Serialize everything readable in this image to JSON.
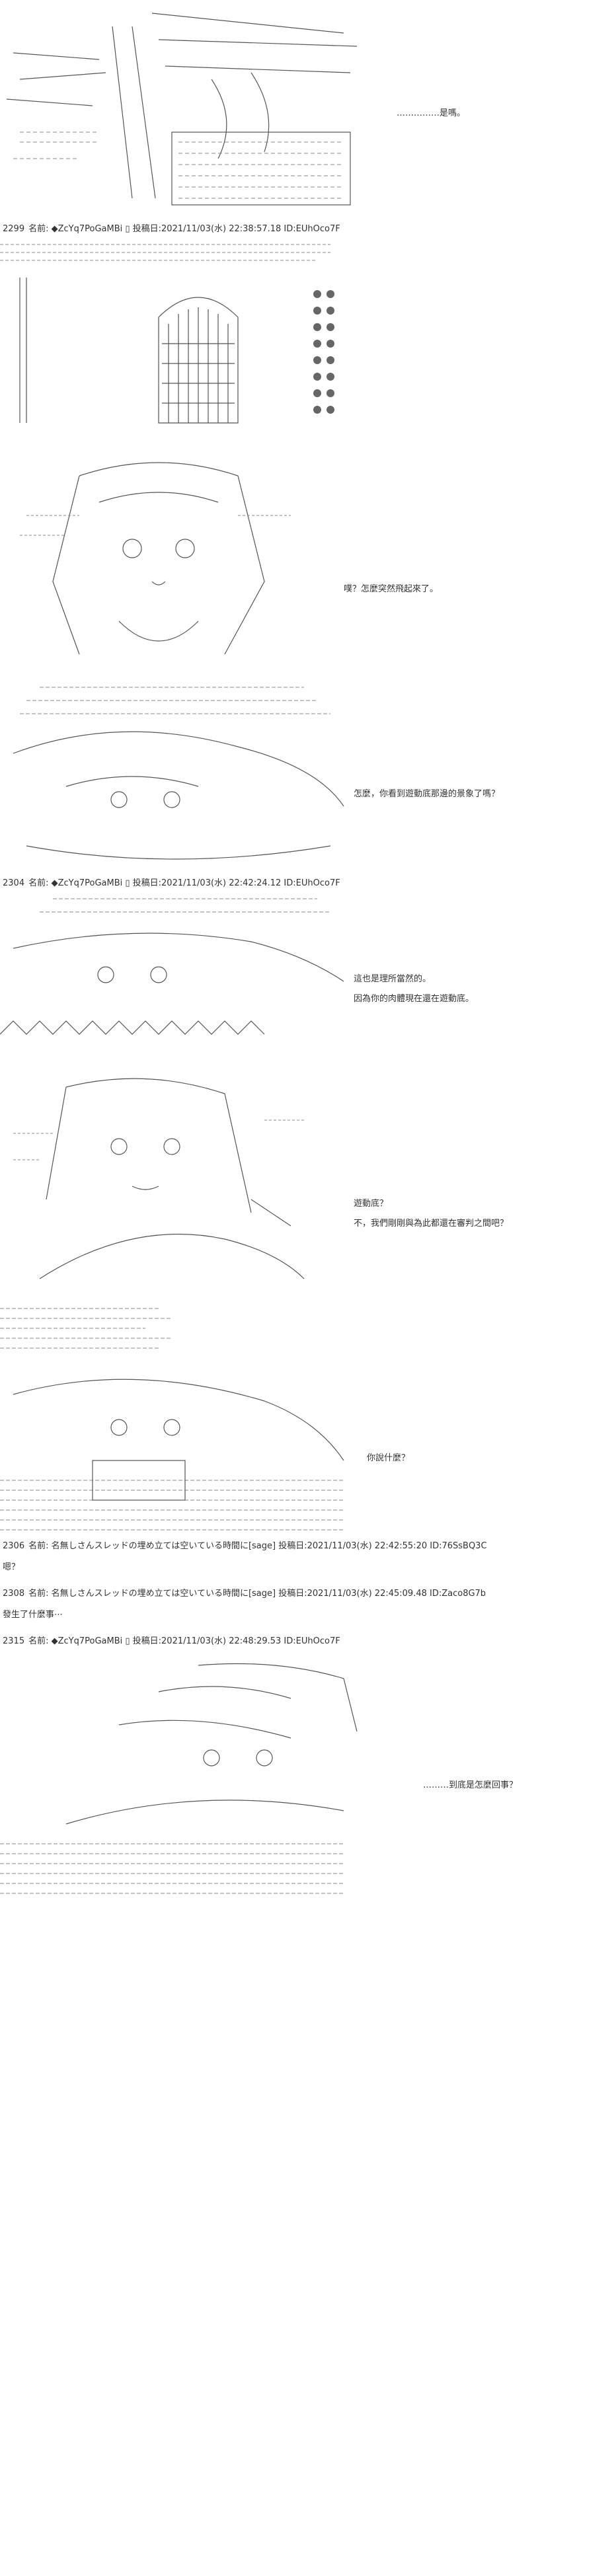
{
  "posts": [
    {
      "art_name": "tree-and-figure-art",
      "dialogue": [
        "……………是嗎。"
      ],
      "header": {
        "num": "2299",
        "text": "名前: ◆ZcYq7PoGaMBi ▯ 投稿日:2021/11/03(水) 22:38:57.18 ID:EUhOco7F"
      }
    },
    {
      "art_name": "castle-door-art",
      "dialogue": []
    },
    {
      "art_name": "girl-portrait-art-1",
      "dialogue": [
        "噗？怎麼突然飛起來了。"
      ]
    },
    {
      "art_name": "girl-lying-art",
      "dialogue": [
        "怎麼，你看到遊動底那邊的景象了嗎？"
      ],
      "header": {
        "num": "2304",
        "text": "名前: ◆ZcYq7PoGaMBi ▯ 投稿日:2021/11/03(水) 22:42:24.12 ID:EUhOco7F"
      }
    },
    {
      "art_name": "girl-grass-art",
      "dialogue": [
        "這也是理所當然的。",
        "因為你的肉體現在還在遊動底。"
      ]
    },
    {
      "art_name": "girl-thinking-art",
      "dialogue": [
        "遊動底？",
        "不，我們剛剛與為此都還在審判之間吧？"
      ]
    },
    {
      "art_name": "boy-lying-art",
      "dialogue": [
        "你說什麼？"
      ],
      "header": {
        "num": "2306",
        "text": "名前: 名無しさんスレッドの埋め立ては空いている時間に[sage] 投稿日:2021/11/03(水) 22:42:55:20 ID:76SsBQ3C"
      },
      "comment": "嗯？"
    },
    {
      "header": {
        "num": "2308",
        "text": "名前: 名無しさんスレッドの埋め立ては空いている時間に[sage] 投稿日:2021/11/03(水) 22:45:09.48 ID:Zaco8G7b"
      },
      "comment": "發生了什麼事⋯"
    },
    {
      "header": {
        "num": "2315",
        "text": "名前: ◆ZcYq7PoGaMBi ▯ 投稿日:2021/11/03(水) 22:48:29.53 ID:EUhOco7F"
      }
    },
    {
      "art_name": "sleeping-figure-art",
      "dialogue": [
        "………到底是怎麼回事？"
      ]
    }
  ]
}
